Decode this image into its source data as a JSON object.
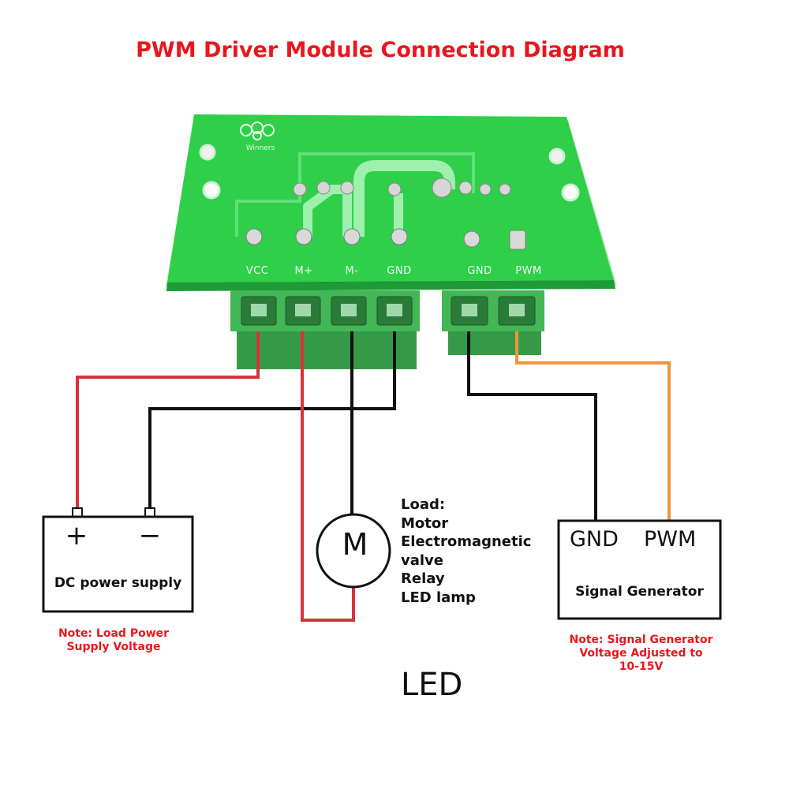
{
  "title": "PWM Driver Module Connection Diagram",
  "board": {
    "brand": "Winners",
    "pins": [
      "VCC",
      "M+",
      "M-",
      "GND",
      "GND",
      "PWM"
    ]
  },
  "power_supply": {
    "label": "DC power supply",
    "plus": "+",
    "minus": "−",
    "note": [
      "Note: Load Power",
      "Supply Voltage"
    ]
  },
  "motor": {
    "symbol": "M",
    "load_title": "Load:",
    "load_items": [
      "Motor",
      "Electromagnetic",
      "valve",
      "Relay",
      "LED lamp"
    ]
  },
  "signal_generator": {
    "label": "Signal Generator",
    "gnd": "GND",
    "pwm": "PWM",
    "note": [
      "Note: Signal Generator",
      "Voltage Adjusted to",
      "10-15V"
    ]
  },
  "led_text": "LED",
  "colors": {
    "title": "#e8171d",
    "note": "#e8171d",
    "wire_red": "#d8323a",
    "wire_black": "#111111",
    "wire_orange": "#f0953c",
    "pcb": "#2fcf4a",
    "terminal": "#3aa84e"
  }
}
